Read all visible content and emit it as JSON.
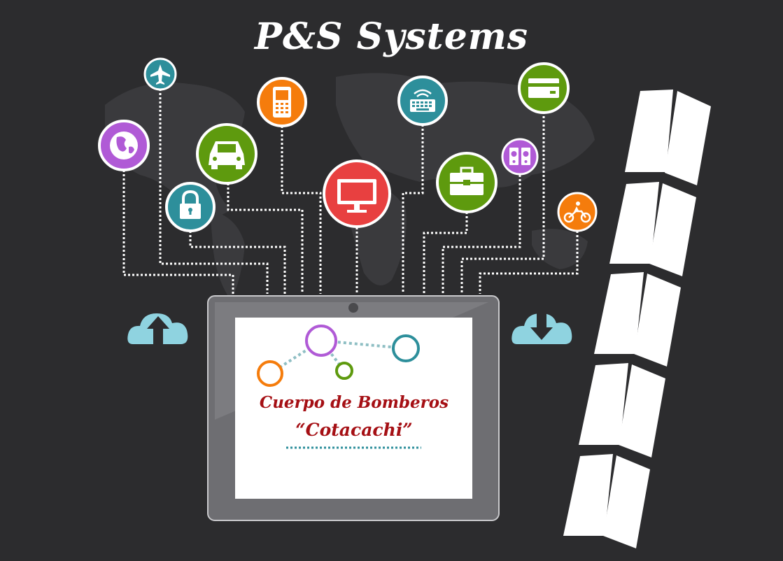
{
  "title": "P&S Systems",
  "screen_text": {
    "line1": "Cuerpo de Bomberos",
    "line2": "“Cotacachi”"
  },
  "colors": {
    "background": "#2c2c2e",
    "purple": "#b05ad6",
    "green": "#5e9a0e",
    "orange": "#f57c0c",
    "teal": "#2d8f9b",
    "red": "#e84040",
    "cloud": "#8fd3e0",
    "title_red": "#a50f14"
  },
  "icons": [
    {
      "name": "globe-icon",
      "color": "purple"
    },
    {
      "name": "airplane-icon",
      "color": "teal"
    },
    {
      "name": "car-icon",
      "color": "green"
    },
    {
      "name": "padlock-icon",
      "color": "teal"
    },
    {
      "name": "mobile-phone-icon",
      "color": "orange"
    },
    {
      "name": "monitor-icon",
      "color": "red"
    },
    {
      "name": "keyboard-icon",
      "color": "teal"
    },
    {
      "name": "briefcase-icon",
      "color": "green"
    },
    {
      "name": "credit-card-icon",
      "color": "green"
    },
    {
      "name": "speakers-icon",
      "color": "purple"
    },
    {
      "name": "motorcycle-icon",
      "color": "orange"
    },
    {
      "name": "cloud-upload-icon",
      "color": "cloud"
    },
    {
      "name": "cloud-download-icon",
      "color": "cloud"
    }
  ]
}
